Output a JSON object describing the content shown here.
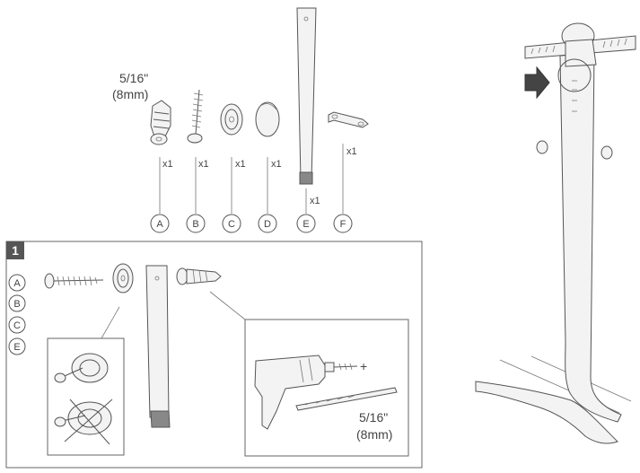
{
  "parts_top": {
    "size_label_line1": "5/16\"",
    "size_label_line2": "(8mm)",
    "items": [
      {
        "letter": "A",
        "qty": "x1"
      },
      {
        "letter": "B",
        "qty": "x1"
      },
      {
        "letter": "C",
        "qty": "x1"
      },
      {
        "letter": "D",
        "qty": "x1"
      },
      {
        "letter": "E",
        "qty": "x1"
      },
      {
        "letter": "F",
        "qty": "x1"
      }
    ]
  },
  "step1": {
    "number": "1",
    "part_letters": [
      "A",
      "B",
      "C",
      "E"
    ],
    "drill_size_line1": "5/16\"",
    "drill_size_line2": "(8mm)",
    "plus": "+"
  },
  "icons": [
    "arrow-right-icon",
    "wall-anchor-icon",
    "screw-icon",
    "cap-icon",
    "strap-icon",
    "bracket-icon",
    "drill-icon",
    "drill-bit-icon"
  ]
}
